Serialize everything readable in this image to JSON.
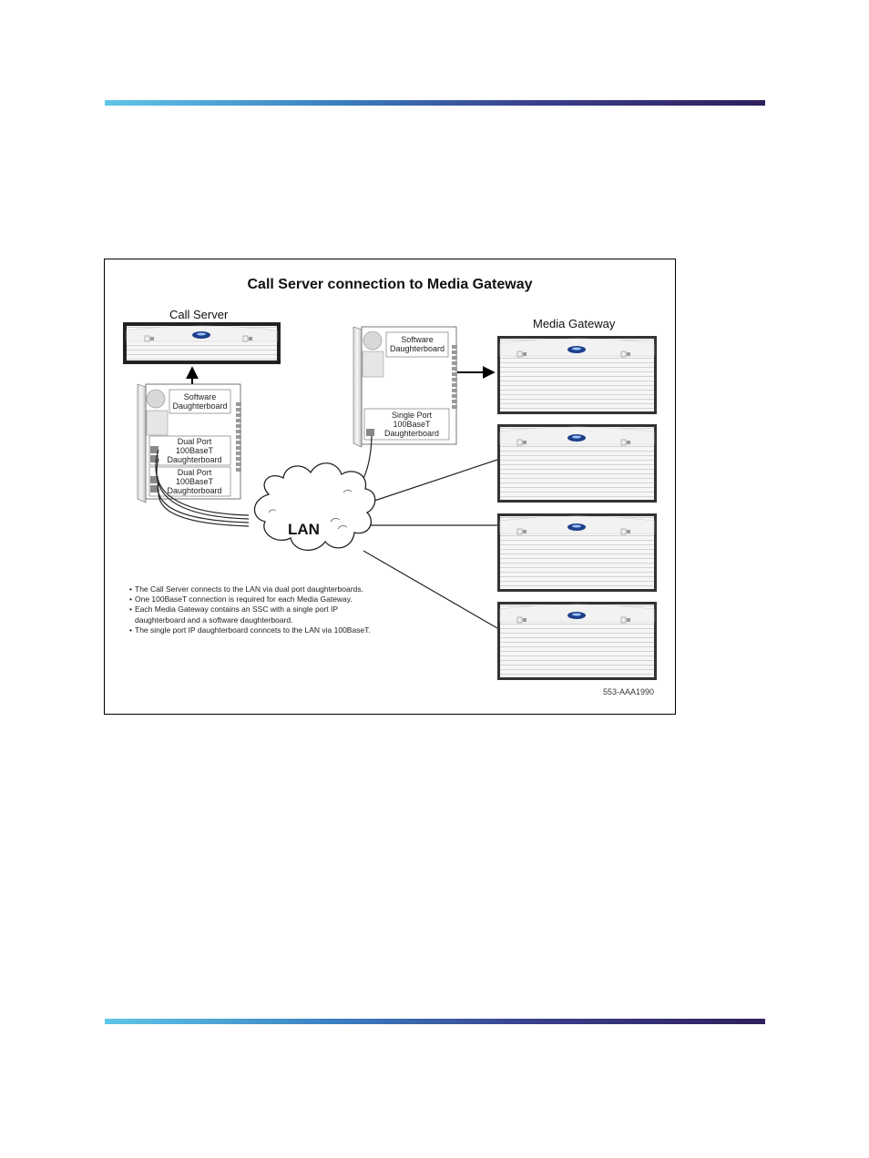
{
  "colors": {
    "header_rule_start": "#5fc6e8",
    "header_rule_end": "#2f1f5c",
    "logo": "#1e3f8a"
  },
  "diagram": {
    "title": "Call Server connection to Media Gateway",
    "call_server": {
      "label": "Call Server",
      "cards": {
        "software": "Software\nDaughterboard",
        "dual_port_1": "Dual Port\n100BaseT\nDaughterboard",
        "dual_port_2": "Dual Port\n100BaseT\nDaughtorboard"
      }
    },
    "media_gateway": {
      "label": "Media Gateway",
      "cards": {
        "software": "Software\nDaughterboard",
        "single_port": "Single Port\n100BaseT\nDaughterboard"
      },
      "unit_count": 4
    },
    "lan_label": "LAN",
    "notes": [
      "The Call Server connects to the LAN via dual port daughterboards.",
      "One 100BaseT connection is required for each Media Gateway.",
      "Each Media Gateway contains an SSC with a single port IP\ndaughterboard and a software daughterboard.",
      "The single port IP daughterboard conncets to the LAN via 100BaseT."
    ],
    "figure_id": "553-AAA1990"
  }
}
